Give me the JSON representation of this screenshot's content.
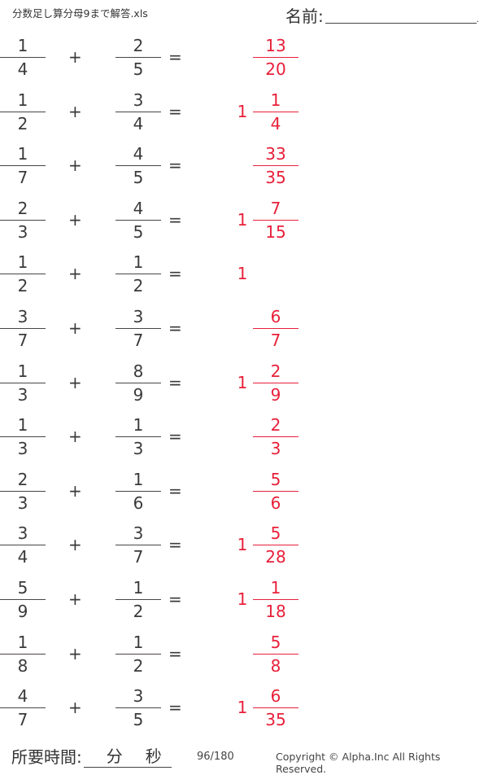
{
  "header": {
    "title": "分数足し算分母9まで解答.xls",
    "name_label": "名前:",
    "name_value": "",
    "name_end": "."
  },
  "colors": {
    "problem_text": "#3a3a3a",
    "answer_text": "#e8203a"
  },
  "operators": {
    "plus": "+",
    "equals": "="
  },
  "problems": [
    {
      "a": {
        "num": "1",
        "den": "4"
      },
      "b": {
        "num": "2",
        "den": "5"
      },
      "answer": {
        "whole": "",
        "num": "13",
        "den": "20"
      }
    },
    {
      "a": {
        "num": "1",
        "den": "2"
      },
      "b": {
        "num": "3",
        "den": "4"
      },
      "answer": {
        "whole": "1",
        "num": "1",
        "den": "4"
      }
    },
    {
      "a": {
        "num": "1",
        "den": "7"
      },
      "b": {
        "num": "4",
        "den": "5"
      },
      "answer": {
        "whole": "",
        "num": "33",
        "den": "35"
      }
    },
    {
      "a": {
        "num": "2",
        "den": "3"
      },
      "b": {
        "num": "4",
        "den": "5"
      },
      "answer": {
        "whole": "1",
        "num": "7",
        "den": "15"
      }
    },
    {
      "a": {
        "num": "1",
        "den": "2"
      },
      "b": {
        "num": "1",
        "den": "2"
      },
      "answer": {
        "whole": "1",
        "num": "",
        "den": ""
      }
    },
    {
      "a": {
        "num": "3",
        "den": "7"
      },
      "b": {
        "num": "3",
        "den": "7"
      },
      "answer": {
        "whole": "",
        "num": "6",
        "den": "7"
      }
    },
    {
      "a": {
        "num": "1",
        "den": "3"
      },
      "b": {
        "num": "8",
        "den": "9"
      },
      "answer": {
        "whole": "1",
        "num": "2",
        "den": "9"
      }
    },
    {
      "a": {
        "num": "1",
        "den": "3"
      },
      "b": {
        "num": "1",
        "den": "3"
      },
      "answer": {
        "whole": "",
        "num": "2",
        "den": "3"
      }
    },
    {
      "a": {
        "num": "2",
        "den": "3"
      },
      "b": {
        "num": "1",
        "den": "6"
      },
      "answer": {
        "whole": "",
        "num": "5",
        "den": "6"
      }
    },
    {
      "a": {
        "num": "3",
        "den": "4"
      },
      "b": {
        "num": "3",
        "den": "7"
      },
      "answer": {
        "whole": "1",
        "num": "5",
        "den": "28"
      }
    },
    {
      "a": {
        "num": "5",
        "den": "9"
      },
      "b": {
        "num": "1",
        "den": "2"
      },
      "answer": {
        "whole": "1",
        "num": "1",
        "den": "18"
      }
    },
    {
      "a": {
        "num": "1",
        "den": "8"
      },
      "b": {
        "num": "1",
        "den": "2"
      },
      "answer": {
        "whole": "",
        "num": "5",
        "den": "8"
      }
    },
    {
      "a": {
        "num": "4",
        "den": "7"
      },
      "b": {
        "num": "3",
        "den": "5"
      },
      "answer": {
        "whole": "1",
        "num": "6",
        "den": "35"
      }
    }
  ],
  "footer": {
    "time_label": "所要時間:",
    "minutes_unit": "分",
    "seconds_unit": "秒",
    "page": "96/180",
    "copyright": "Copyright ©  Alpha.Inc All Rights Reserved."
  }
}
